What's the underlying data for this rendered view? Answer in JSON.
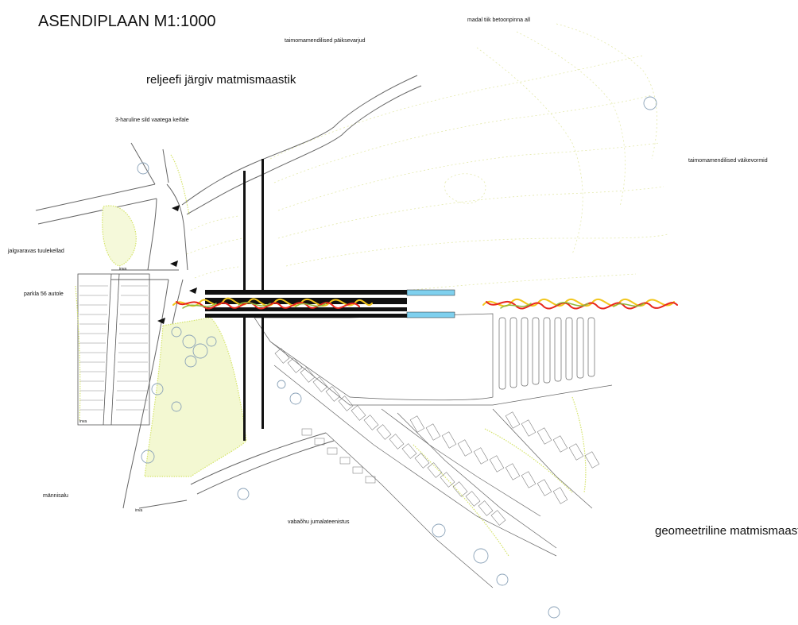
{
  "title": "ASENDIPLAAN M1:1000",
  "labels": {
    "relief_landscape": "reljeefi järgiv matmismaastik",
    "geometric_landscape": "geomeetriline matmismaastik",
    "concrete_tiles": "madal tiik betoonpinna all",
    "plant_shade": "taimomamendilised päiksevarjud",
    "plant_forms": "taimomamendilised väikevormid",
    "bridge": "3-haruline sild vaatega keifale",
    "gate": "jalgvaravas tuulekellad",
    "parking": "parkla 56 autole",
    "pine_forest": "männisalu",
    "open_air": "vabaõhu jumalateenistus"
  },
  "small_marks": {
    "inva_1": "inva",
    "inva_2": "inva",
    "inva_3": "inva"
  },
  "colors": {
    "line": "#555555",
    "path_black": "#111111",
    "water": "#7fd0ee",
    "vegetation": "#d9e878",
    "contour": "#e8ecb4",
    "tree_blue": "#8aa2b8",
    "ornament_red": "#e8251c",
    "ornament_yellow": "#f2c61a",
    "ornament_green": "#8fb83c"
  }
}
